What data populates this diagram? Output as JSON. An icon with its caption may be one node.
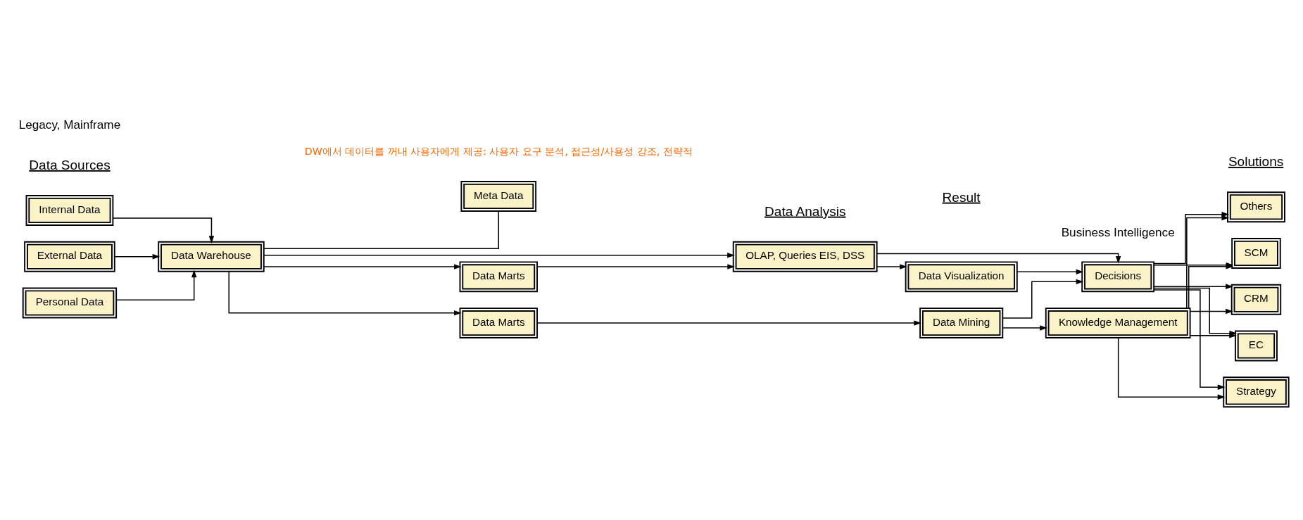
{
  "diagram": {
    "nodes": [
      {
        "text": [
          "Internal Data"
        ]
      },
      {
        "text": [
          "External Data"
        ]
      },
      {
        "text": [
          "Personal Data"
        ]
      },
      {
        "text": [
          "Data Warehouse"
        ]
      },
      {
        "text": [
          "Meta Data"
        ]
      },
      {
        "text": [
          "Data Marts"
        ]
      },
      {
        "text": [
          "Data Marts"
        ]
      },
      {
        "text": [
          "OLAP, Queries EIS, DSS"
        ]
      },
      {
        "text": [
          "Data Mining"
        ]
      },
      {
        "text": [
          "Data Visualization"
        ]
      },
      {
        "text": [
          "Decisions"
        ]
      },
      {
        "text": [
          "Knowledge Management"
        ]
      },
      {
        "text": [
          "SCM"
        ]
      },
      {
        "text": [
          "CRM"
        ]
      },
      {
        "text": [
          "EC"
        ]
      },
      {
        "text": [
          "Strategy"
        ]
      },
      {
        "text": [
          "Others"
        ]
      }
    ],
    "edges": [
      {
        "from": 0,
        "to": 3,
        "arrow": "to"
      },
      {
        "from": 1,
        "to": 3,
        "arrow": "to"
      },
      {
        "from": 2,
        "to": 3,
        "arrow": "to"
      },
      {
        "from": 3,
        "to": 4,
        "arrow": "none"
      },
      {
        "from": 3,
        "to": 5,
        "arrow": "to"
      },
      {
        "from": 3,
        "to": 7,
        "arrow": "to"
      },
      {
        "from": 3,
        "to": 6,
        "arrow": "to"
      },
      {
        "from": 5,
        "to": 7,
        "arrow": "to"
      },
      {
        "from": 6,
        "to": 8,
        "arrow": "to"
      },
      {
        "from": 7,
        "to": 9,
        "arrow": "to"
      },
      {
        "from": 7,
        "to": 10,
        "arrow": "to"
      },
      {
        "from": 8,
        "to": 10,
        "arrow": "to"
      },
      {
        "from": 8,
        "to": 11,
        "arrow": "to"
      },
      {
        "from": 9,
        "to": 10,
        "arrow": "to"
      },
      {
        "from": 10,
        "to": 12,
        "arrow": "to"
      },
      {
        "from": 10,
        "to": 13,
        "arrow": "to"
      },
      {
        "from": 10,
        "to": 14,
        "arrow": "to"
      },
      {
        "from": 10,
        "to": 15,
        "arrow": "to"
      },
      {
        "from": 10,
        "to": 16,
        "arrow": "to"
      },
      {
        "from": 11,
        "to": 12,
        "arrow": "to"
      },
      {
        "from": 11,
        "to": 13,
        "arrow": "to"
      },
      {
        "from": 11,
        "to": 14,
        "arrow": "to"
      },
      {
        "from": 11,
        "to": 15,
        "arrow": "to"
      },
      {
        "from": 11,
        "to": 16,
        "arrow": "to"
      }
    ],
    "labels": [
      "Data Sources",
      "Data Analysis",
      "Result",
      "Solutions",
      "DW에서 데이터를 꺼내 사용자에게 제공: 사용자 요구 분석, 접근성/사용성 강조, 전략적",
      "Legacy, Mainframe",
      "Business Intelligence"
    ]
  }
}
